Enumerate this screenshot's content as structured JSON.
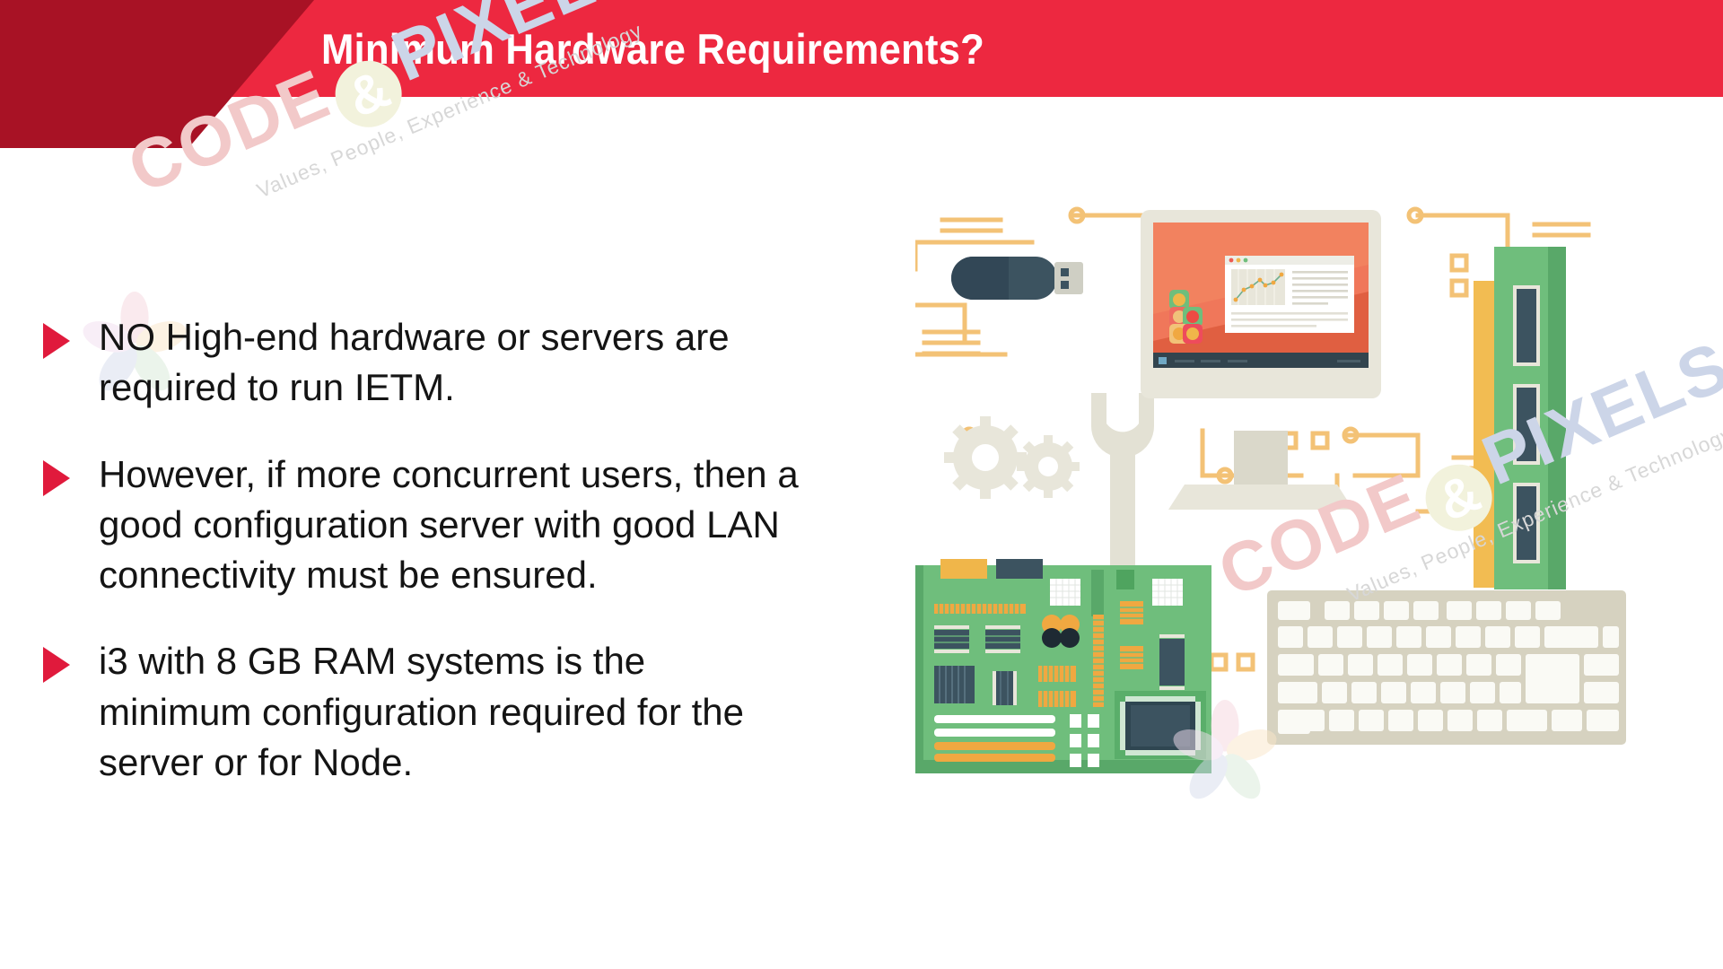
{
  "slide": {
    "title": "Minimum Hardware Requirements?",
    "colors": {
      "header_bright_red": "#ED2840",
      "header_dark_red": "#A81225",
      "bullet_marker": "#E01A3C",
      "body_text": "#141414",
      "board_green": "#6FBE7C",
      "chip_slate": "#3C5360",
      "accent_orange": "#F0A841",
      "screen_coral": "#F0775A"
    },
    "bullets": [
      {
        "id": "bullet-1",
        "marker": "triangle-right-icon",
        "text": "NO High-end hardware or servers are required to run IETM."
      },
      {
        "id": "bullet-2",
        "marker": "triangle-right-icon",
        "text": "However, if more concurrent users, then a good configuration server with good LAN connectivity must be ensured."
      },
      {
        "id": "bullet-3",
        "marker": "triangle-right-icon",
        "text": "i3 with 8 GB RAM systems is the minimum configuration required for the server or for Node."
      }
    ],
    "watermarks": [
      {
        "id": "watermark-left",
        "word1": "CODE",
        "amp": "&",
        "word2": "PIXELS",
        "tagline": "Values, People, Experience & Technology"
      },
      {
        "id": "watermark-right",
        "word1": "CODE",
        "amp": "&",
        "word2": "PIXELS",
        "tagline": "Values, People, Experience & Technology"
      }
    ],
    "illustration": {
      "name": "computer-hardware-illustration",
      "items": [
        "desktop-monitor-icon",
        "usb-flash-drive-icon",
        "wrench-icon",
        "gears-icon",
        "motherboard-icon",
        "ram-module-icon",
        "keyboard-icon",
        "circuit-traces"
      ],
      "monitor_screen": {
        "window_title_dots": 3,
        "chart_type": "line",
        "text_lines": 9
      }
    }
  }
}
